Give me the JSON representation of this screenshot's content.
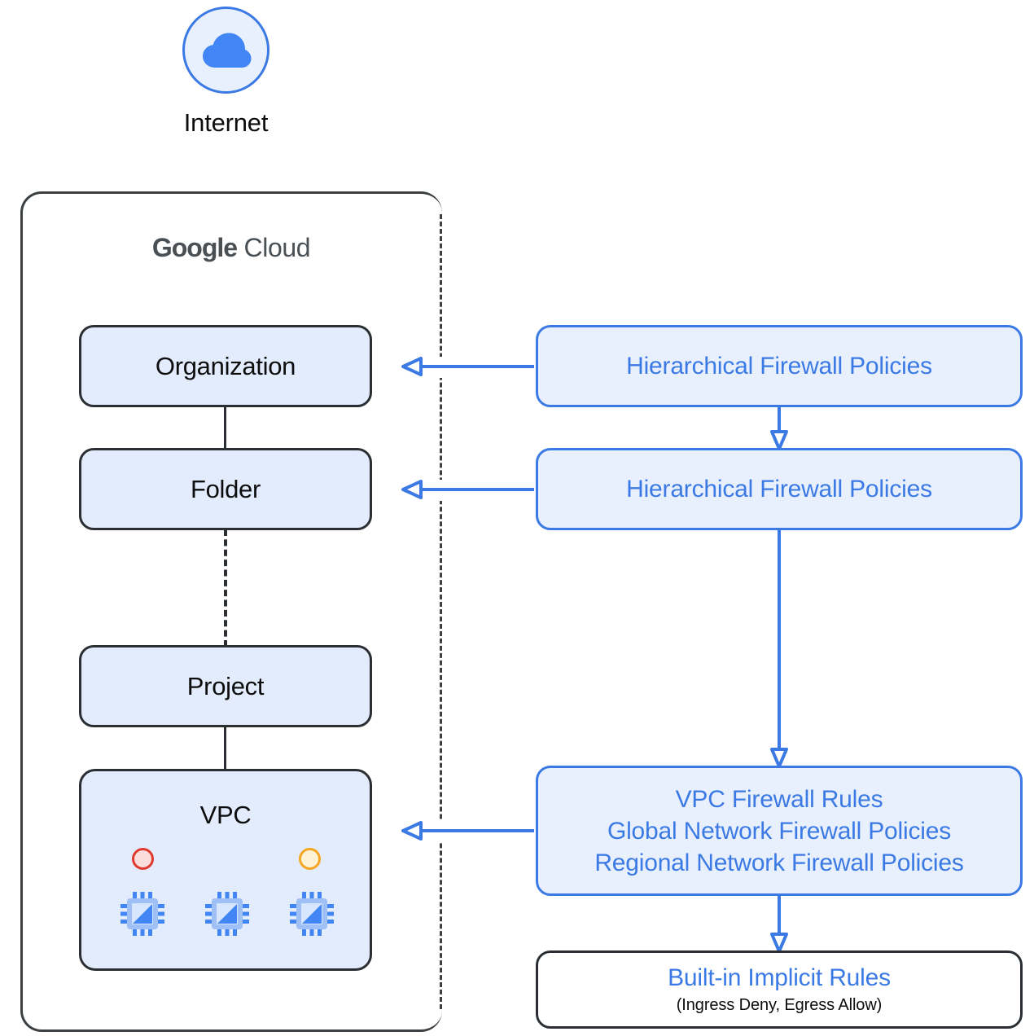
{
  "diagram": {
    "title": "Google Cloud firewall policy hierarchy",
    "internet": {
      "label": "Internet",
      "icon": "cloud-icon"
    },
    "container": {
      "brand_bold": "Google",
      "brand_light": "Cloud"
    },
    "hierarchy": [
      {
        "id": "organization",
        "label": "Organization"
      },
      {
        "id": "folder",
        "label": "Folder"
      },
      {
        "id": "project",
        "label": "Project"
      },
      {
        "id": "vpc",
        "label": "VPC"
      }
    ],
    "vpc": {
      "label": "VPC",
      "dots": [
        {
          "name": "red-status-dot",
          "color": "#e03a30",
          "fill": "#fbdedc"
        },
        {
          "name": "yellow-status-dot",
          "color": "#f5a623",
          "fill": "#fdf3d4"
        }
      ],
      "instances": [
        {
          "name": "chip-icon-1"
        },
        {
          "name": "chip-icon-2"
        },
        {
          "name": "chip-icon-3"
        }
      ]
    },
    "policies": [
      {
        "id": "hierarchical-firewall-policies-org",
        "lines": [
          "Hierarchical Firewall Policies"
        ]
      },
      {
        "id": "hierarchical-firewall-policies-folder",
        "lines": [
          "Hierarchical Firewall Policies"
        ]
      },
      {
        "id": "vpc-firewall-rules",
        "lines": [
          "VPC Firewall Rules",
          "Global Network Firewall Policies",
          "Regional Network Firewall Policies"
        ]
      }
    ],
    "implicit_rules": {
      "title": "Built-in Implicit Rules",
      "subtitle": "(Ingress Deny, Egress Allow)"
    },
    "colors": {
      "accent_blue": "#3b7ae4",
      "box_fill_blue": "#e3ecfd",
      "policy_fill_blue": "#e8f0fe",
      "outline_dark": "#2b2f33",
      "logo_gray": "#4a4f54",
      "status_red": "#e03a30",
      "status_yellow": "#f5a623"
    }
  }
}
